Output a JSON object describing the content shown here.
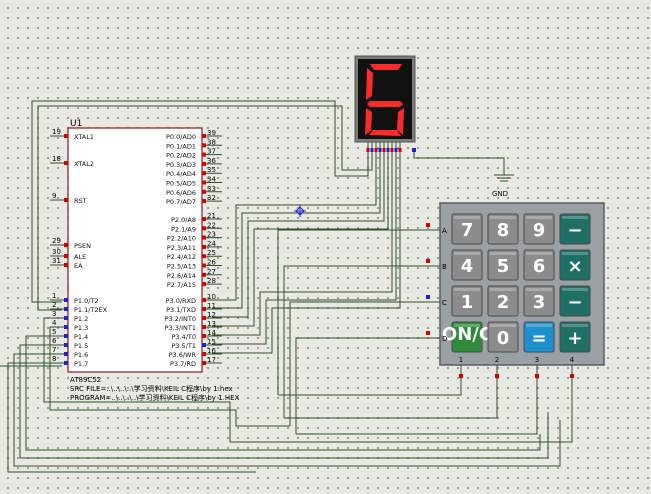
{
  "mcu": {
    "ref": "U1",
    "part": "AT89C52",
    "source_file": "SRC FILE=..\\..\\..\\..\\学习资料\\KEIL C程序\\by 1.hex",
    "program_file": "PROGRAM=..\\..\\..\\..\\学习资料\\KEIL C程序\\by 1.HEX",
    "left_pins": [
      {
        "num": "19",
        "name": "XTAL1"
      },
      {
        "num": "18",
        "name": "XTAL2"
      },
      {
        "num": "9",
        "name": "RST"
      },
      {
        "num": "29",
        "name": "PSEN"
      },
      {
        "num": "30",
        "name": "ALE"
      },
      {
        "num": "31",
        "name": "EA"
      },
      {
        "num": "1",
        "name": "P1.0/T2"
      },
      {
        "num": "2",
        "name": "P1.1/T2EX"
      },
      {
        "num": "3",
        "name": "P1.2"
      },
      {
        "num": "4",
        "name": "P1.3"
      },
      {
        "num": "5",
        "name": "P1.4"
      },
      {
        "num": "6",
        "name": "P1.5"
      },
      {
        "num": "7",
        "name": "P1.6"
      },
      {
        "num": "8",
        "name": "P1.7"
      }
    ],
    "right_pins": [
      {
        "num": "39",
        "name": "P0.0/AD0"
      },
      {
        "num": "38",
        "name": "P0.1/AD1"
      },
      {
        "num": "37",
        "name": "P0.2/AD2"
      },
      {
        "num": "36",
        "name": "P0.3/AD3"
      },
      {
        "num": "35",
        "name": "P0.4/AD4"
      },
      {
        "num": "34",
        "name": "P0.5/AD5"
      },
      {
        "num": "33",
        "name": "P0.6/AD6"
      },
      {
        "num": "32",
        "name": "P0.7/AD7"
      },
      {
        "num": "21",
        "name": "P2.0/A8"
      },
      {
        "num": "22",
        "name": "P2.1/A9"
      },
      {
        "num": "23",
        "name": "P2.2/A10"
      },
      {
        "num": "24",
        "name": "P2.3/A11"
      },
      {
        "num": "25",
        "name": "P2.4/A12"
      },
      {
        "num": "26",
        "name": "P2.5/A13"
      },
      {
        "num": "27",
        "name": "P2.6/A14"
      },
      {
        "num": "28",
        "name": "P2.7/A15"
      },
      {
        "num": "10",
        "name": "P3.0/RXD"
      },
      {
        "num": "11",
        "name": "P3.1/TXD"
      },
      {
        "num": "12",
        "name": "P3.2/INT0"
      },
      {
        "num": "13",
        "name": "P3.3/INT1"
      },
      {
        "num": "14",
        "name": "P3.4/T0"
      },
      {
        "num": "15",
        "name": "P3.5/T1"
      },
      {
        "num": "16",
        "name": "P3.6/WR"
      },
      {
        "num": "17",
        "name": "P3.7/RD"
      }
    ]
  },
  "display": {
    "digit": "6"
  },
  "gnd_label": "GND",
  "keypad": {
    "row_labels": [
      "A",
      "B",
      "C",
      "D"
    ],
    "col_labels": [
      "1",
      "2",
      "3",
      "4"
    ],
    "keys": [
      {
        "label": "7",
        "kind": "num"
      },
      {
        "label": "8",
        "kind": "num"
      },
      {
        "label": "9",
        "kind": "num"
      },
      {
        "label": "−",
        "kind": "op"
      },
      {
        "label": "4",
        "kind": "num"
      },
      {
        "label": "5",
        "kind": "num"
      },
      {
        "label": "6",
        "kind": "num"
      },
      {
        "label": "×",
        "kind": "op"
      },
      {
        "label": "1",
        "kind": "num"
      },
      {
        "label": "2",
        "kind": "num"
      },
      {
        "label": "3",
        "kind": "num"
      },
      {
        "label": "−",
        "kind": "op"
      },
      {
        "label": "ON/C",
        "kind": "on"
      },
      {
        "label": "0",
        "kind": "num"
      },
      {
        "label": "=",
        "kind": "eq"
      },
      {
        "label": "+",
        "kind": "op"
      }
    ]
  },
  "colors": {
    "wire": "#2f4f2f",
    "chip_border": "#8b1a1a",
    "pin_red": "#cc0000",
    "pin_blue": "#2222cc",
    "segment_on": "#ff2a2a",
    "display_bg": "#111111",
    "keypad_body": "#9aa0a4",
    "key_num": "#8c8c8c",
    "key_op": "#1f6f66",
    "key_eq": "#1e90d0",
    "key_on": "#2e8b3a"
  }
}
